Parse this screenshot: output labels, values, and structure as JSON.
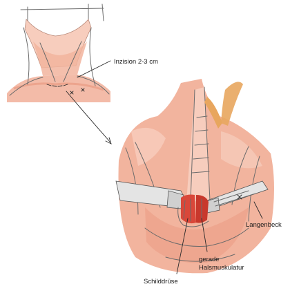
{
  "labels": {
    "incision": "Inzision 2-3 cm",
    "retractor": "Langenbeck",
    "thyroid": "Schilddrüse",
    "muscle_line1": "gerade",
    "muscle_line2": "Halsmuskulatur"
  },
  "colors": {
    "skin": "#f2b49e",
    "skin_light": "#f7cdbd",
    "skin_dark": "#e8957c",
    "tissue_red": "#d9473a",
    "retractor_metal": "#e4e4e4",
    "hair_orange": "#e8a65e"
  }
}
